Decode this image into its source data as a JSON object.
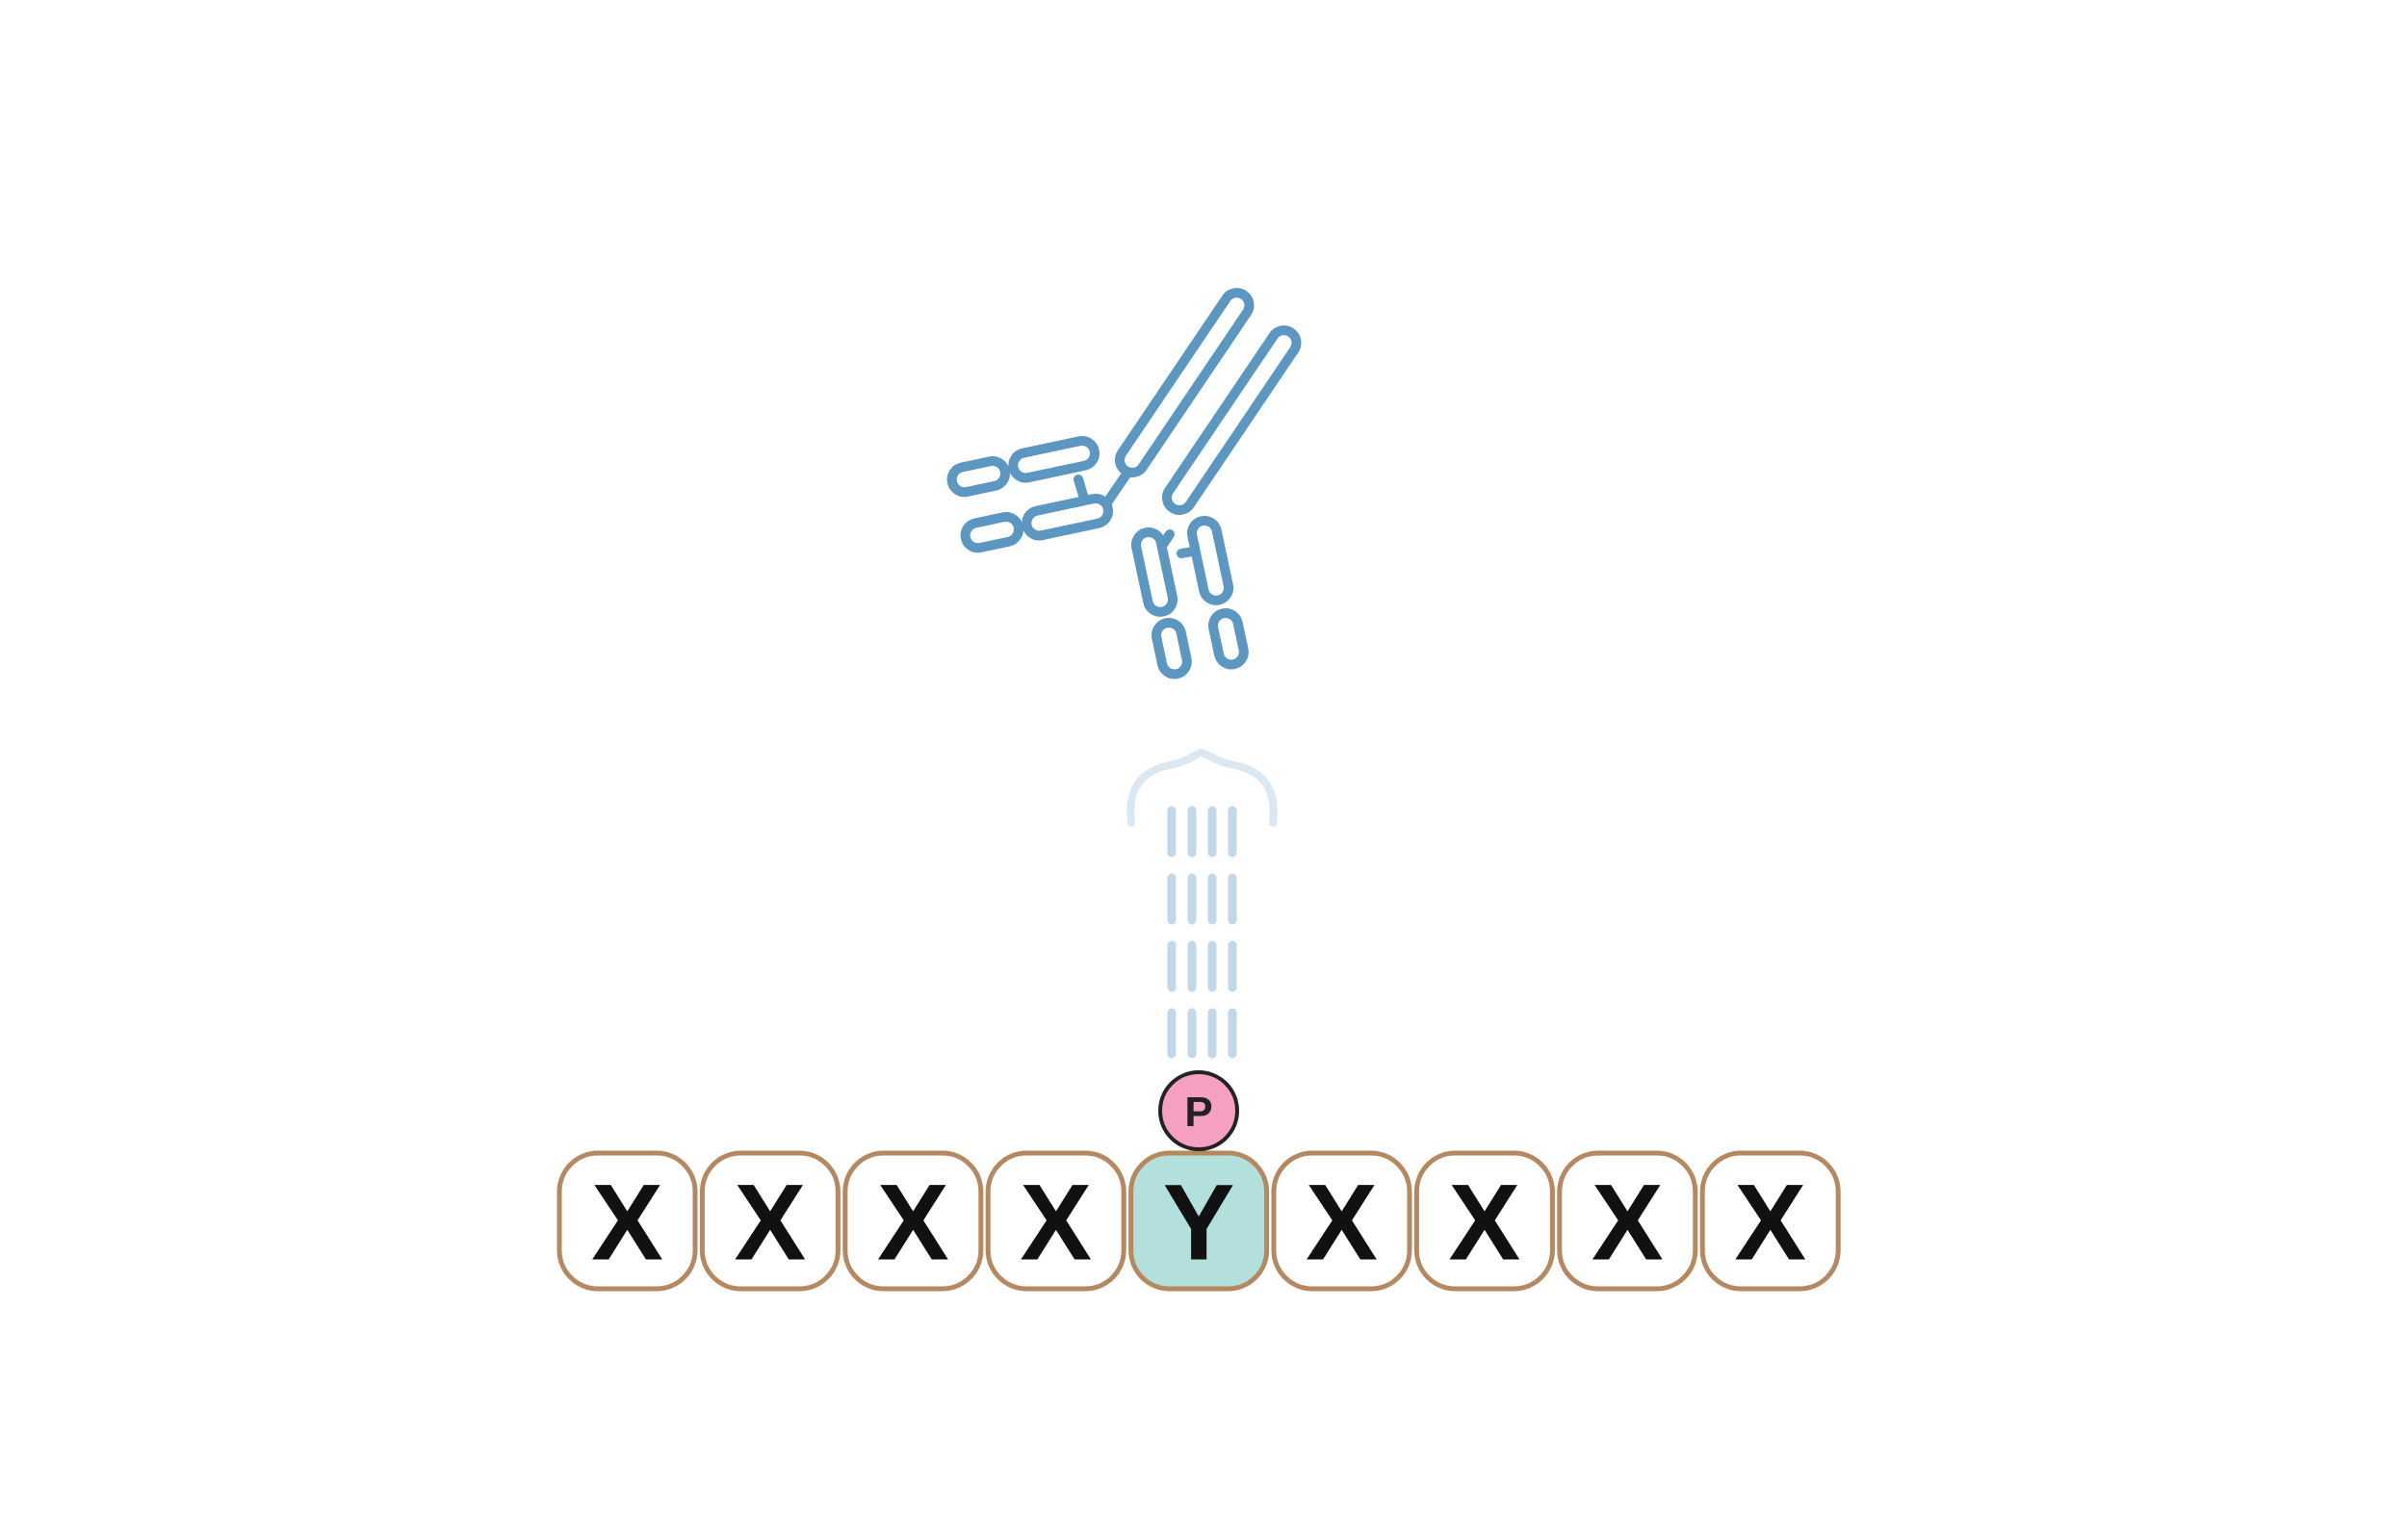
{
  "colors": {
    "background": "#ffffff",
    "antibody_stroke": "#5b97c0",
    "binding_lines": "#c2d8e8",
    "binding_arc": "#dbe8f2",
    "residue_border": "#b58860",
    "residue_fill": "#ffffff",
    "target_residue_fill": "#b3e0dd",
    "residue_text": "#111111",
    "phospho_fill": "#f59fc2",
    "phospho_stroke": "#222222",
    "phospho_text": "#222222"
  },
  "icons": {
    "antibody": "antibody-icon",
    "binding": "binding-lines-icon",
    "phosphate": "phosphate-icon"
  },
  "peptide": {
    "residues": [
      {
        "letter": "X",
        "target": false
      },
      {
        "letter": "X",
        "target": false
      },
      {
        "letter": "X",
        "target": false
      },
      {
        "letter": "X",
        "target": false
      },
      {
        "letter": "Y",
        "target": true
      },
      {
        "letter": "X",
        "target": false
      },
      {
        "letter": "X",
        "target": false
      },
      {
        "letter": "X",
        "target": false
      },
      {
        "letter": "X",
        "target": false
      }
    ]
  },
  "phosphate": {
    "label": "P"
  }
}
